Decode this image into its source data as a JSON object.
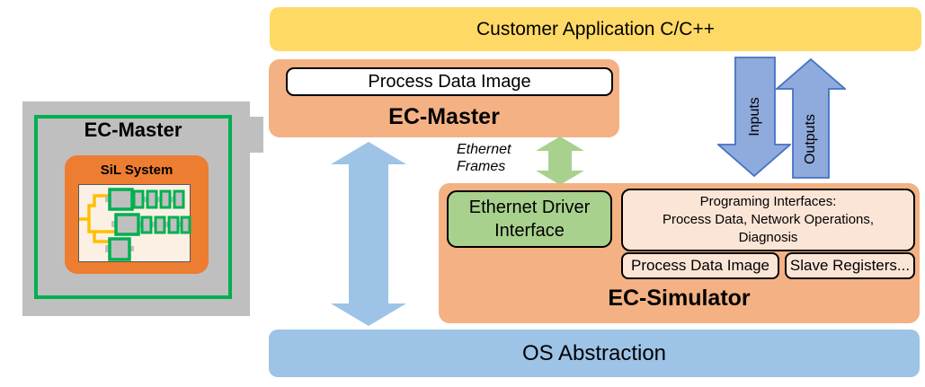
{
  "colors": {
    "yellow_bar": "#FFD966",
    "orange_light": "#F4B183",
    "orange_dark": "#ED7D31",
    "peach": "#FBE5D6",
    "green_fill": "#A9D18E",
    "green_border": "#00B050",
    "blue_bar": "#9DC3E6",
    "blue_arrow_fill": "#8FAADC",
    "blue_arrow_stroke": "#4472C4",
    "gray_device": "#BFBFBF",
    "yellow_wire": "#FFC000"
  },
  "top_bar": {
    "label": "Customer Application C/C++"
  },
  "device": {
    "title": "EC-Master",
    "inner_title": "SiL System"
  },
  "ec_master": {
    "title": "EC-Master",
    "process_data_image": "Process Data Image"
  },
  "ethernet_frames_label": "Ethernet\nFrames",
  "flow": {
    "inputs": "Inputs",
    "outputs": "Outputs"
  },
  "ec_simulator": {
    "title": "EC-Simulator",
    "ethernet_driver_interface": "Ethernet Driver\nInterface",
    "programming_interfaces": "Programing Interfaces:\nProcess Data, Network Operations,\nDiagnosis",
    "process_data_image": "Process Data Image",
    "slave_registers": "Slave Registers..."
  },
  "os_bar": {
    "label": "OS Abstraction"
  }
}
